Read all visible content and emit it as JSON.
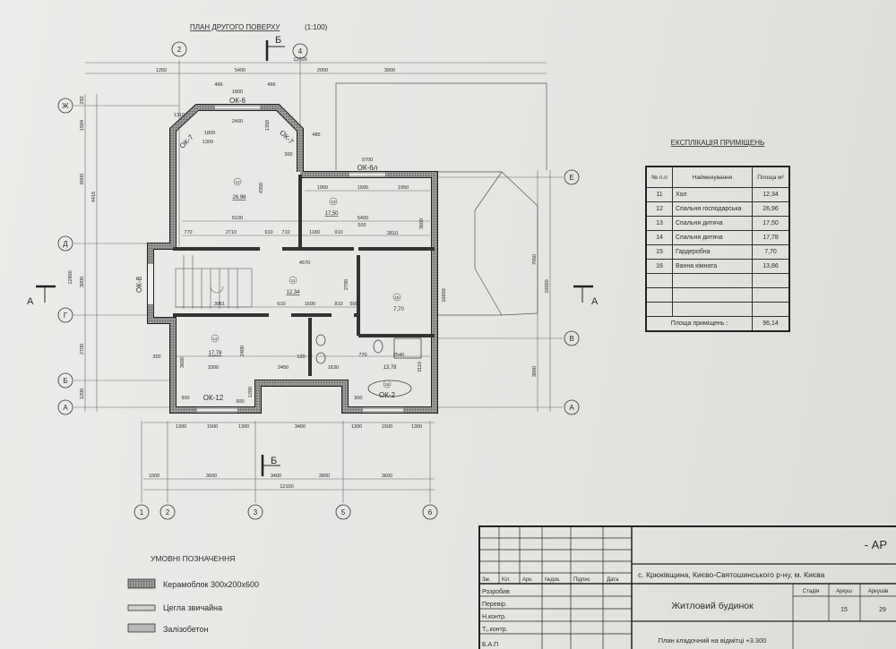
{
  "plan": {
    "title": "ПЛАН ДРУГОГО ПОВЕРХУ",
    "scale": "(1:100)",
    "section_label": "Б",
    "section_side_label": "А",
    "axes_top": [
      "2",
      "4"
    ],
    "axes_bottom": [
      "1",
      "2",
      "3",
      "5",
      "6"
    ],
    "axes_left": [
      "Ж",
      "Д",
      "Г",
      "Б",
      "А"
    ],
    "axes_right": [
      "Е",
      "В",
      "А"
    ],
    "dims_top_overall": "12600",
    "dims_top": [
      "1250",
      "5400",
      "2050",
      "3900"
    ],
    "dims_bay": [
      "466",
      "1800",
      "466",
      "2400",
      "1310",
      "1309",
      "1350",
      "1809",
      "485",
      "300"
    ],
    "dims_bottom_openings": [
      "1300",
      "1500",
      "1300",
      "3400",
      "1300",
      "1500",
      "1300"
    ],
    "dims_bottom_axes": [
      "1000",
      "3600",
      "3400",
      "3900",
      "3600"
    ],
    "dims_bottom_overall": "12100",
    "dims_left": [
      "250",
      "1584",
      "6000",
      "4416",
      "12800",
      "3000",
      "2700",
      "1200"
    ],
    "dims_right": [
      "7050",
      "10650",
      "10000",
      "3000"
    ],
    "dims_interior": [
      "5700",
      "5100",
      "4350",
      "1950",
      "1500",
      "1950",
      "5400",
      "500",
      "2810",
      "3600",
      "770",
      "2710",
      "910",
      "710",
      "1180",
      "910",
      "4570",
      "2790",
      "3961",
      "610",
      "1690",
      "810",
      "500",
      "3300",
      "2450",
      "2400",
      "3600",
      "1630",
      "770",
      "2540",
      "3110",
      "900",
      "900",
      "900",
      "120",
      "300",
      "1200"
    ],
    "windows": [
      "ОК-6",
      "ОК-7",
      "ОК-7",
      "ОК-6л",
      "ОК-8",
      "ОК-12",
      "ОК-2"
    ],
    "rooms": [
      {
        "num": "12",
        "area": "26,96"
      },
      {
        "num": "13",
        "area": "17,50"
      },
      {
        "num": "11",
        "area": "12,34"
      },
      {
        "num": "15",
        "area": "7,70"
      },
      {
        "num": "14",
        "area": "17,78"
      },
      {
        "num": "16",
        "area": "13,78"
      }
    ]
  },
  "explication": {
    "title": "ЕКСПЛІКАЦІЯ ПРИМІЩЕНЬ",
    "headers": [
      "№ п.п",
      "Найменування",
      "Площа м²"
    ],
    "rows": [
      {
        "n": "11",
        "name": "Хол",
        "area": "12,34"
      },
      {
        "n": "12",
        "name": "Спальня господарська",
        "area": "26,96"
      },
      {
        "n": "13",
        "name": "Спальня дитяча",
        "area": "17,50"
      },
      {
        "n": "14",
        "name": "Спальня дитяча",
        "area": "17,78"
      },
      {
        "n": "15",
        "name": "Гардеробна",
        "area": "7,70"
      },
      {
        "n": "16",
        "name": "Ванна кімната",
        "area": "13,86"
      }
    ],
    "total_label": "Площа приміщень :",
    "total_value": "96,14"
  },
  "legend": {
    "title": "УМОВНІ ПОЗНАЧЕННЯ",
    "items": [
      "Керамоблок  300х200х600",
      "Цегла звичайна",
      "Залізобетон"
    ]
  },
  "title_block": {
    "code": "- АР",
    "address": "с. Крюківщина, Києво-Святошинського р-ну, м. Києва",
    "columns": [
      "Зм.",
      "Кіл.",
      "Арк.",
      "№док.",
      "Підпис",
      "Дата"
    ],
    "roles": [
      "Розробив",
      "Перевір.",
      "Н.контр.",
      "Т₁.контр.",
      "",
      "Б.А.П"
    ],
    "project": "Житловий будинок",
    "stage_label": "Стадія",
    "sheet_label": "Аркуш",
    "sheets_label": "Аркушів",
    "sheet": "15",
    "sheets": "29",
    "drawing": "План кладочний на відмітці +3.300"
  }
}
